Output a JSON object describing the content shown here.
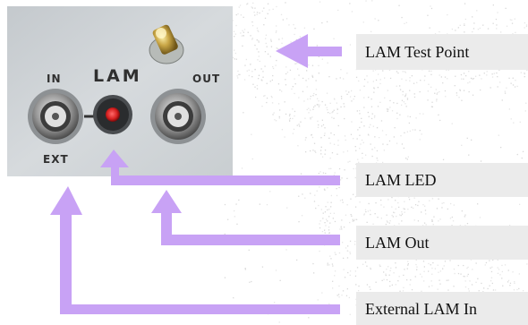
{
  "panel": {
    "label_in": "IN",
    "label_lam": "LAM",
    "label_out": "OUT",
    "label_ext": "EXT"
  },
  "callouts": {
    "test_point": "LAM Test Point",
    "led": "LAM LED",
    "out": "LAM Out",
    "external_in": "External LAM In"
  },
  "colors": {
    "arrow": "#c8a2f5",
    "callout_bg": "#ebebeb",
    "panel_bg": "#cfd4d8",
    "led": "#d42020"
  }
}
